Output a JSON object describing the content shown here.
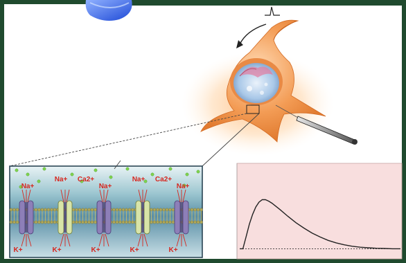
{
  "colors": {
    "page_border": "#1f4a2e",
    "ion_text": "#d7261e",
    "extracellular_dot": "#7fd34e",
    "membrane_head": "#b0a85a",
    "channel_purple": "#8d7fb8",
    "channel_green": "#d8e4a8",
    "graph_bg": "#f8dede",
    "neuron_orange": "#f3a05a",
    "cell_body_blue": "#a9c8e8"
  },
  "icons": {
    "ligand_cup": "ligand-cup-icon",
    "stimulus_spike": "action-potential-spike-icon",
    "recording_electrode": "microelectrode-icon"
  },
  "channel_panel": {
    "channels": [
      {
        "type": "potassium-sodium",
        "top_label": "Na+",
        "top_label_2": "",
        "bottom_label": "K+"
      },
      {
        "type": "cation-calcium",
        "top_label": "Na+",
        "top_label_2": "Ca2+",
        "bottom_label": "K+"
      },
      {
        "type": "potassium-sodium",
        "top_label": "Na+",
        "top_label_2": "",
        "bottom_label": "K+"
      },
      {
        "type": "cation-calcium",
        "top_label": "Na+",
        "top_label_2": "Ca2+",
        "bottom_label": "K+"
      },
      {
        "type": "potassium-sodium",
        "top_label": "Na+",
        "top_label_2": "",
        "bottom_label": "K+"
      }
    ]
  },
  "chart_data": {
    "type": "line",
    "title": "",
    "xlabel": "",
    "ylabel": "",
    "baseline": 0,
    "series": [
      {
        "x": [
          0,
          2,
          4,
          6,
          8,
          10,
          12,
          14,
          16,
          18,
          20,
          25,
          30,
          35,
          40,
          45,
          50,
          55,
          60,
          65,
          70,
          75,
          80,
          85,
          90,
          95,
          100
        ],
        "y": [
          0,
          0,
          0.25,
          0.5,
          0.7,
          0.85,
          0.95,
          1.0,
          1.0,
          0.97,
          0.93,
          0.8,
          0.66,
          0.53,
          0.42,
          0.32,
          0.24,
          0.17,
          0.12,
          0.08,
          0.05,
          0.03,
          0.02,
          0.01,
          0.005,
          0,
          0
        ]
      }
    ],
    "xlim": [
      0,
      100
    ],
    "ylim": [
      -0.15,
      1.6
    ],
    "grid": false
  }
}
